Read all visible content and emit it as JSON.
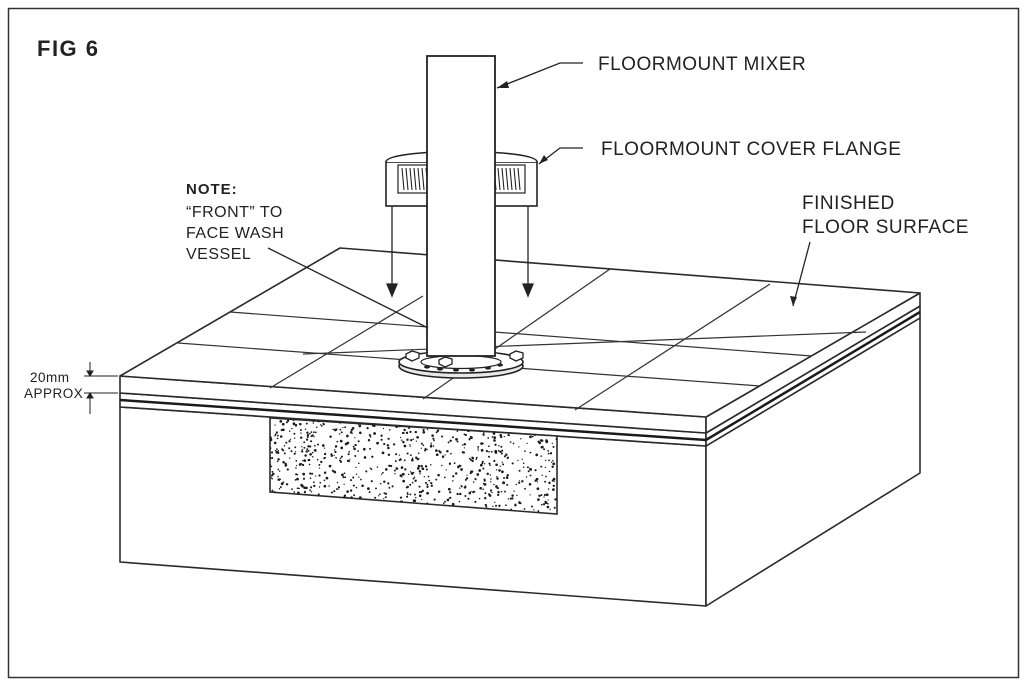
{
  "figure": {
    "title": "FIG 6",
    "labels": {
      "mixer": "FLOORMOUNT MIXER",
      "flange": "FLOORMOUNT COVER FLANGE",
      "floor_line1": "FINISHED",
      "floor_line2": "FLOOR SURFACE",
      "note_heading": "NOTE:",
      "note_line1": "“FRONT” TO",
      "note_line2": "FACE WASH",
      "note_line3": "VESSEL",
      "dimension_value": "20mm",
      "dimension_note": "APPROX"
    }
  }
}
